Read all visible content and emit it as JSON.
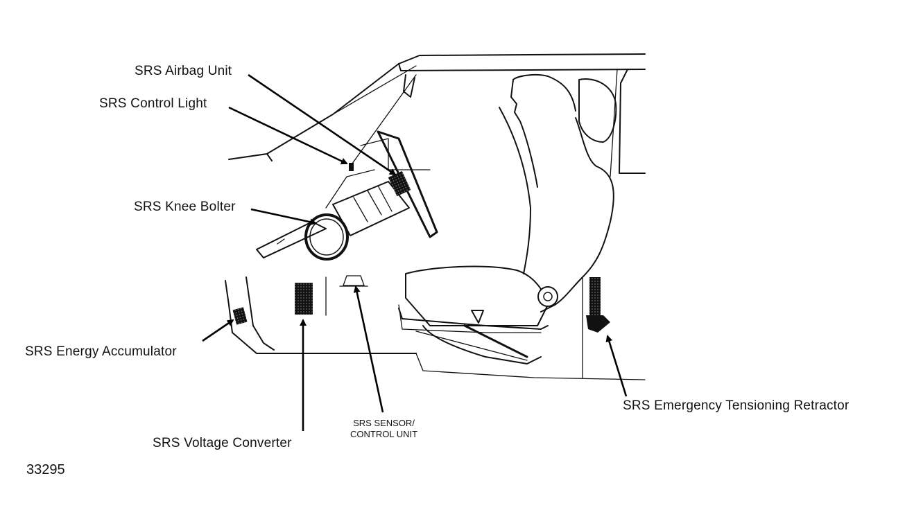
{
  "labels": {
    "airbag_unit": "SRS Airbag Unit",
    "control_light": "SRS Control Light",
    "knee_bolter": "SRS Knee Bolter",
    "energy_accumulator": "SRS Energy Accumulator",
    "voltage_converter": "SRS Voltage Converter",
    "sensor_line1": "SRS SENSOR/",
    "sensor_line2": "CONTROL UNIT",
    "tensioning_retractor": "SRS Emergency Tensioning Retractor"
  },
  "figure_number": "33295",
  "icons": [
    "airbag-unit-icon",
    "control-light-icon",
    "knee-bolter-icon",
    "energy-accumulator-icon",
    "voltage-converter-icon",
    "sensor-control-unit-icon",
    "tensioning-retractor-icon"
  ]
}
